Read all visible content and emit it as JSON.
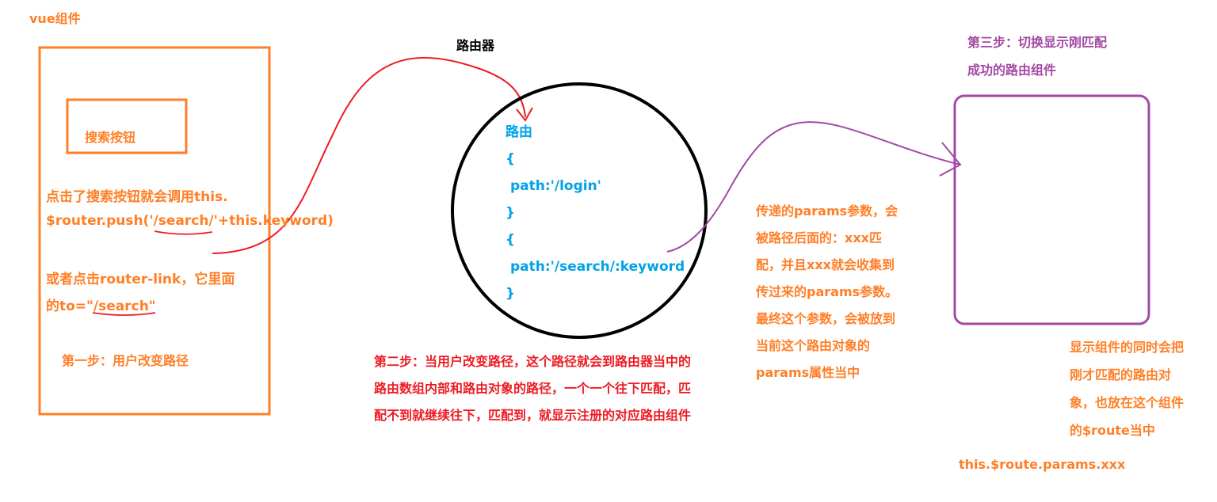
{
  "colors": {
    "orange": "#ff7f27",
    "red": "#ed1c24",
    "purple": "#a349a4",
    "blue": "#00a2e8",
    "black": "#000000"
  },
  "left": {
    "title": "vue组件",
    "button": "搜索按钮",
    "line1": "点击了搜索按钮就会调用this.",
    "line2": "$router.push('/search/'+this.keyword)",
    "line3": "或者点击router-link，它里面",
    "line4": "的to=\"/search\"",
    "step": "第一步：用户改变路径"
  },
  "router": {
    "title": "路由器",
    "code": [
      "路由",
      "{",
      " path:'/login'",
      "}",
      "{",
      " path:'/search/:keyword",
      "}"
    ]
  },
  "step2": [
    "第二步：当用户改变路径，这个路径就会到路由器当中的",
    "路由数组内部和路由对象的路径，一个一个往下匹配，匹",
    "配不到就继续往下，匹配到，就显示注册的对应路由组件"
  ],
  "params_note": [
    "传递的params参数，会",
    "被路径后面的：xxx匹",
    "配，并且xxx就会收集到",
    "传过来的params参数。",
    "最终这个参数，会被放到",
    "当前这个路由对象的",
    "params属性当中"
  ],
  "step3": [
    "第三步：切换显示刚匹配",
    "成功的路由组件"
  ],
  "display_note": [
    "显示组件的同时会把",
    "刚才匹配的路由对",
    "象，也放在这个组件",
    "的$route当中"
  ],
  "route_expr": "this.$route.params.xxx"
}
